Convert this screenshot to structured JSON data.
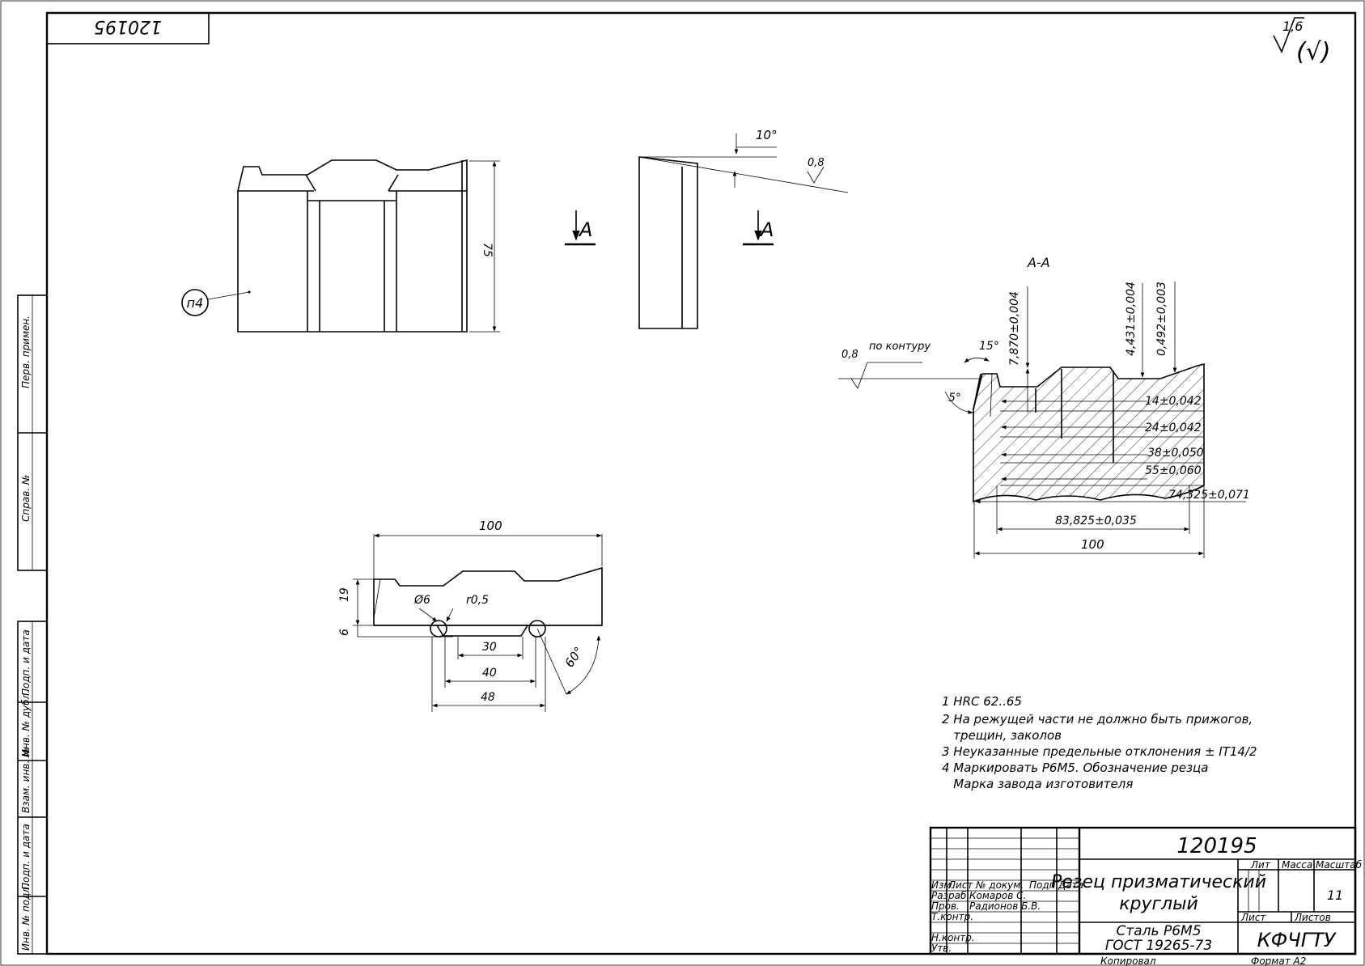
{
  "stamp": {
    "corner_code": "120195",
    "designation": "120195",
    "title_line1": "Резец призматический",
    "title_line2": "круглый",
    "material_line1": "Сталь Р6М5",
    "material_line2": "ГОСТ 19265-73",
    "org": "КФЧГТУ",
    "scale_value": "11",
    "headers": {
      "lit": "Лит",
      "mass": "Масса",
      "scale": "Масштаб",
      "sheet": "Лист",
      "sheets": "Листов"
    },
    "cols": {
      "izm": "Изм.",
      "list": "Лист",
      "doc": "№ докум.",
      "sign": "Подп.",
      "date": "Дата"
    },
    "roles": {
      "razrab": "Разраб.",
      "prov": "Пров.",
      "tkontr": "Т.контр.",
      "nkontr": "Н.контр.",
      "utv": "Утв."
    },
    "names": {
      "razrab": "Комаров С.",
      "prov": "Радионов Б.В."
    },
    "copied": "Копировал",
    "format": "Формат А2"
  },
  "side_labels": [
    "Перв. примен.",
    "Справ. №",
    "Подп. и дата",
    "Инв. № дубл.",
    "Взам. инв. №",
    "Подп. и дата",
    "Инв. № подл."
  ],
  "roughness": {
    "value": "1,6",
    "paren": "(√)"
  },
  "views": {
    "front": {
      "height_dim": "75",
      "mark": "п4"
    },
    "side": {
      "angle": "10°",
      "rough": "0,8"
    },
    "section_label": "А",
    "section_title": "А-А",
    "section": {
      "rough": "0,8",
      "rough_note": "по контуру",
      "angle_top": "15°",
      "angle_side": "5°",
      "top_dims": [
        "7,870±0,004",
        "4,431±0,004",
        "0,492±0,003"
      ],
      "inner_dims": [
        "14±0,042",
        "24±0,042",
        "38±0,050",
        "55±0,060",
        "74,325±0,071"
      ],
      "bottom_dims": [
        "83,825±0,035",
        "100"
      ]
    },
    "bottom": {
      "width_dim": "100",
      "h1": "19",
      "h2": "6",
      "dia": "Ø6",
      "radius": "r0,5",
      "d30": "30",
      "d40": "40",
      "d48": "48",
      "angle": "60°"
    }
  },
  "notes": [
    "1 HRC 62..65",
    "2 На режущей части не должно быть прижогов,",
    "   трещин, заколов",
    "3 Неуказанные предельные отклонения ± IT14/2",
    "4 Маркировать Р6М5. Обозначение резца",
    "   Марка завода изготовителя"
  ]
}
